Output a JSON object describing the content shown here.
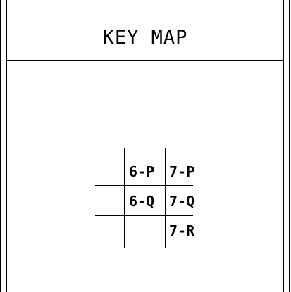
{
  "title": "KEY MAP",
  "sheets": {
    "row1": [
      "6-P",
      "7-P"
    ],
    "row2": [
      "6-Q",
      "7-Q"
    ],
    "row3": [
      "",
      "7-R"
    ]
  },
  "colors": {
    "line": "#000000",
    "background": "#ffffff"
  }
}
